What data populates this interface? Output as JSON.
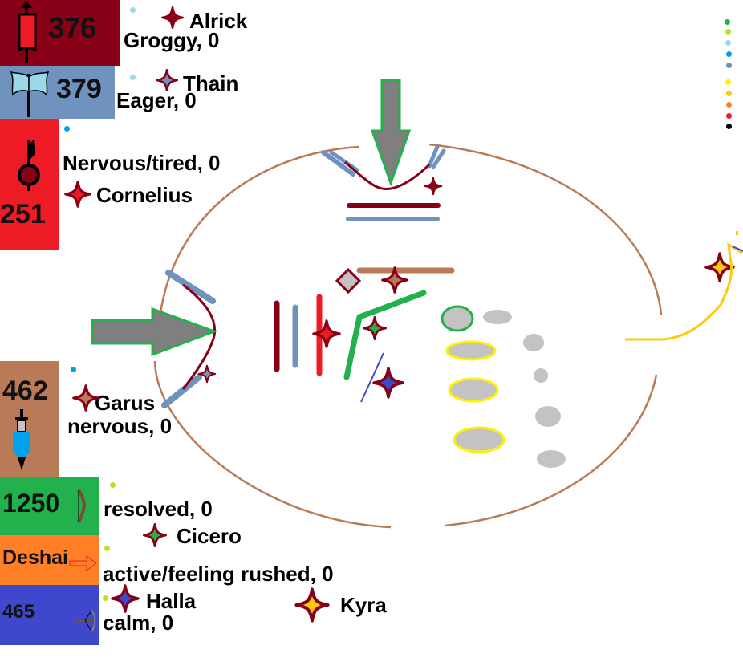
{
  "party": [
    {
      "id": "alrick",
      "name": "Alrick",
      "hp": "376",
      "status": "Groggy, 0",
      "panel_color": "#880015",
      "weapon_icon": "banner-mace-icon",
      "status_dot_color": "#99d9ea",
      "star_fill": "#880015"
    },
    {
      "id": "thain",
      "name": "Thain",
      "hp": "379",
      "status": "Eager, 0",
      "panel_color": "#7092be",
      "weapon_icon": "double-axe-icon",
      "status_dot_color": "#99d9ea",
      "star_fill": "#7092be"
    },
    {
      "id": "cornelius",
      "name": "Cornelius",
      "hp": "251",
      "status": "Nervous/tired, 0",
      "panel_color": "#ed1c24",
      "weapon_icon": "flail-icon",
      "status_dot_color": "#00a2e8",
      "star_fill": "#ed1c24"
    },
    {
      "id": "garus",
      "name": "Garus",
      "hp": "462",
      "status": "nervous, 0",
      "panel_color": "#b97a57",
      "weapon_icon": "sword-icon",
      "status_dot_color": "#00a2e8",
      "star_fill": "#b97a57"
    },
    {
      "id": "cicero",
      "name": "Cicero",
      "hp": "1250",
      "status": "resolved, 0",
      "panel_color": "#22b14c",
      "weapon_icon": "bow-icon",
      "status_dot_color": "#b5e61d",
      "star_fill": "#22b14c"
    },
    {
      "id": "deshai",
      "name": "Deshai",
      "hp": "Deshai",
      "status": "active/feeling rushed, 0",
      "panel_color": "#ff7f27",
      "weapon_icon": "arrow-icon",
      "status_dot_color": "#b5e61d",
      "star_fill": "#ff7f27"
    },
    {
      "id": "halla",
      "name": "Halla",
      "hp": "465",
      "status": "calm, 0",
      "panel_color": "#3f48cc",
      "weapon_icon": "crossbow-icon",
      "status_dot_color": "#b5e61d",
      "star_fill": "#3f48cc"
    }
  ],
  "extra_units": [
    {
      "id": "kyra",
      "name": "Kyra",
      "star_fill": "#ffc90e"
    }
  ],
  "legend_dots": [
    "#22b14c",
    "#b5e61d",
    "#99d9ea",
    "#00a2e8",
    "#7092be",
    "#fff200",
    "#ffc90e",
    "#ff7f27",
    "#ed1c24",
    "#000000"
  ],
  "colors": {
    "arena_wall": "#b97a57",
    "arrow_fill": "#7f7f7f",
    "arrow_outline": "#22b14c",
    "enemy_fill": "#c3c3c3",
    "enemy_highlight": "#fff200",
    "path": "#ffc90e",
    "star_outline": "#880015"
  }
}
